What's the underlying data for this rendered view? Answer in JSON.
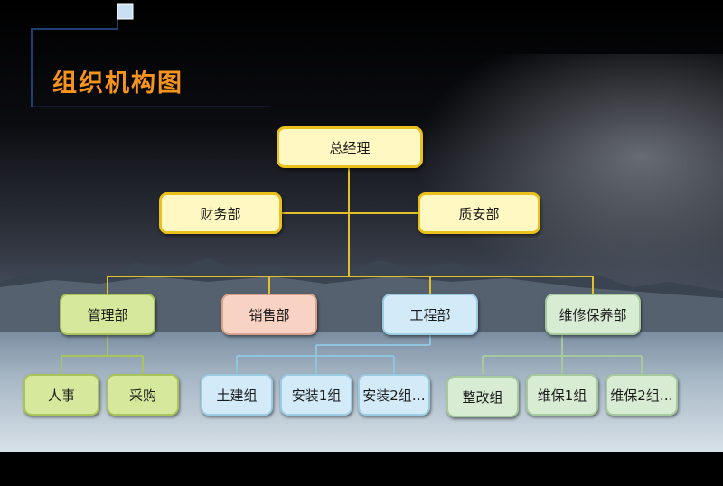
{
  "title": "组织机构图",
  "nodes": {
    "gm": "总经理",
    "finance": "财务部",
    "quality": "质安部",
    "management": "管理部",
    "sales": "销售部",
    "engineering": "工程部",
    "maintenance": "维修保养部",
    "hr": "人事",
    "purchasing": "采购",
    "civil": "土建组",
    "install1": "安装1组",
    "install2": "安装2组…",
    "rectify": "整改组",
    "maint1": "维保1组",
    "maint2": "维保2组…"
  },
  "colors": {
    "title": "#f7941d",
    "connector_gold": "#e2c12a",
    "connector_green": "#a9c45a",
    "connector_blue": "#8fc4e0",
    "connector_mint": "#a6c99d",
    "accent_frame": "#1f3f6e"
  }
}
